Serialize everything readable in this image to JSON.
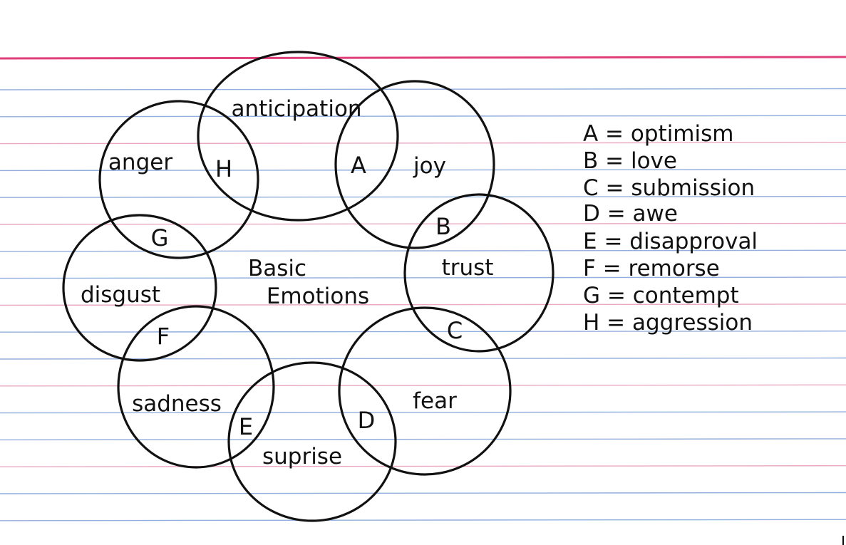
{
  "diagram": {
    "center_label": [
      "Basic",
      "Emotions"
    ],
    "emotions": [
      {
        "id": "anticipation",
        "label": "anticipation"
      },
      {
        "id": "joy",
        "label": "joy"
      },
      {
        "id": "trust",
        "label": "trust"
      },
      {
        "id": "fear",
        "label": "fear"
      },
      {
        "id": "surprise",
        "label": "suprise"
      },
      {
        "id": "sadness",
        "label": "sadness"
      },
      {
        "id": "disgust",
        "label": "disgust"
      },
      {
        "id": "anger",
        "label": "anger"
      }
    ],
    "overlaps": [
      {
        "letter": "A",
        "between": [
          "anticipation",
          "joy"
        ]
      },
      {
        "letter": "B",
        "between": [
          "joy",
          "trust"
        ]
      },
      {
        "letter": "C",
        "between": [
          "trust",
          "fear"
        ]
      },
      {
        "letter": "D",
        "between": [
          "fear",
          "surprise"
        ]
      },
      {
        "letter": "E",
        "between": [
          "surprise",
          "sadness"
        ]
      },
      {
        "letter": "F",
        "between": [
          "sadness",
          "disgust"
        ]
      },
      {
        "letter": "G",
        "between": [
          "disgust",
          "anger"
        ]
      },
      {
        "letter": "H",
        "between": [
          "anger",
          "anticipation"
        ]
      }
    ]
  },
  "legend": [
    {
      "text": "A = optimism"
    },
    {
      "text": "B = love"
    },
    {
      "text": "C = submission"
    },
    {
      "text": "D = awe"
    },
    {
      "text": "E = disapproval"
    },
    {
      "text": "F = remorse"
    },
    {
      "text": "G = contempt"
    },
    {
      "text": "H = aggression"
    }
  ],
  "colors": {
    "ink": "#111111",
    "rule_lines": "#7fa0d6",
    "header_line": "#e0407a",
    "pink_lines": "#e79ab8"
  }
}
